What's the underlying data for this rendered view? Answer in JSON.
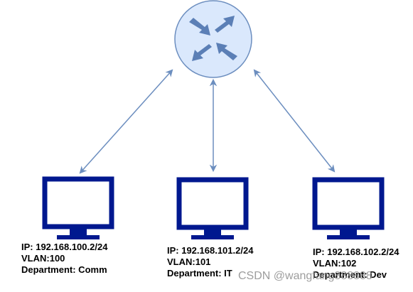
{
  "colors": {
    "router_fill": "#dae8fc",
    "router_stroke": "#6c8ebf",
    "router_arrows": "#5b7fb6",
    "link": "#6c8ebf",
    "monitor": "#00188f"
  },
  "router": {
    "icon": "router-icon"
  },
  "hosts": [
    {
      "ip": "IP: 192.168.100.2/24",
      "vlan": "VLAN:100",
      "department": "Department: Comm"
    },
    {
      "ip": "IP: 192.168.101.2/24",
      "vlan": "VLAN:101",
      "department": "Department: IT"
    },
    {
      "ip": "IP: 192.168.102.2/24",
      "vlan": "VLAN:102",
      "department": "Department: Dev"
    }
  ],
  "watermark": "CSDN @wangfang888888"
}
